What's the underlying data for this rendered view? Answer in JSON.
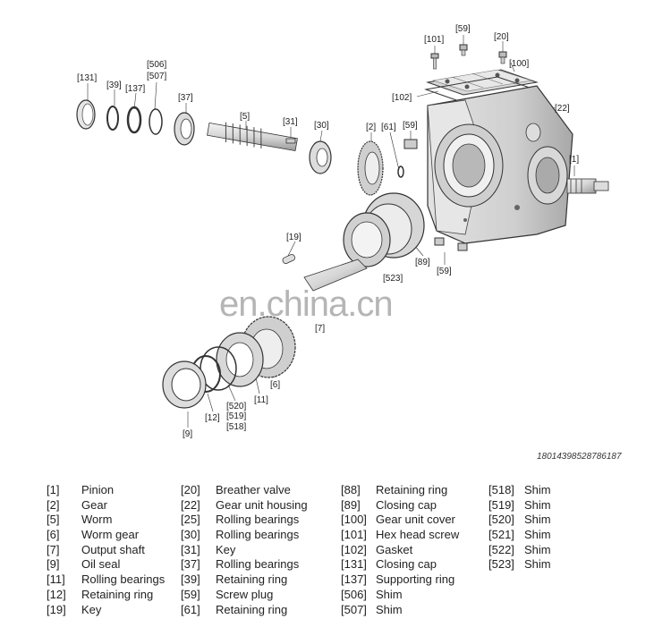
{
  "callouts": {
    "c101": "[101]",
    "c59a": "[59]",
    "c20": "[20]",
    "c100": "[100]",
    "c102": "[102]",
    "c22": "[22]",
    "c506": "[506]",
    "c507": "[507]",
    "c131": "[131]",
    "c39a": "[39]",
    "c137": "[137]",
    "c37": "[37]",
    "c5": "[5]",
    "c31": "[31]",
    "c30": "[30]",
    "c2": "[2]",
    "c61": "[61]",
    "c59b": "[59]",
    "c1": "[1]",
    "c19": "[19]",
    "c89": "[89]",
    "c59c": "[59]",
    "c523": "[523]",
    "c7": "[7]",
    "c6": "[6]",
    "c11": "[11]",
    "c520": "[520]",
    "c519": "[519]",
    "c518": "[518]",
    "c12": "[12]",
    "c9": "[9]"
  },
  "document_id": "18014398528786187",
  "watermark": "en.china.cn",
  "legend": {
    "col1": [
      {
        "code": "[1]",
        "name": "Pinion"
      },
      {
        "code": "[2]",
        "name": "Gear"
      },
      {
        "code": "[5]",
        "name": "Worm"
      },
      {
        "code": "[6]",
        "name": "Worm gear"
      },
      {
        "code": "[7]",
        "name": "Output shaft"
      },
      {
        "code": "[9]",
        "name": "Oil seal"
      },
      {
        "code": "[11]",
        "name": "Rolling bearings"
      },
      {
        "code": "[12]",
        "name": "Retaining ring"
      },
      {
        "code": "[19]",
        "name": "Key"
      }
    ],
    "col2": [
      {
        "code": "[20]",
        "name": "Breather valve"
      },
      {
        "code": "[22]",
        "name": "Gear unit housing"
      },
      {
        "code": "[25]",
        "name": "Rolling bearings"
      },
      {
        "code": "[30]",
        "name": "Rolling bearings"
      },
      {
        "code": "[31]",
        "name": "Key"
      },
      {
        "code": "[37]",
        "name": "Rolling bearings"
      },
      {
        "code": "[39]",
        "name": "Retaining ring"
      },
      {
        "code": "[59]",
        "name": "Screw plug"
      },
      {
        "code": "[61]",
        "name": "Retaining ring"
      }
    ],
    "col3": [
      {
        "code": "[88]",
        "name": "Retaining ring"
      },
      {
        "code": "[89]",
        "name": "Closing cap"
      },
      {
        "code": "[100]",
        "name": "Gear unit cover"
      },
      {
        "code": "[101]",
        "name": "Hex head screw"
      },
      {
        "code": "[102]",
        "name": "Gasket"
      },
      {
        "code": "[131]",
        "name": "Closing cap"
      },
      {
        "code": "[137]",
        "name": "Supporting ring"
      },
      {
        "code": "[506]",
        "name": "Shim"
      },
      {
        "code": "[507]",
        "name": "Shim"
      }
    ],
    "col4": [
      {
        "code": "[518]",
        "name": "Shim"
      },
      {
        "code": "[519]",
        "name": "Shim"
      },
      {
        "code": "[520]",
        "name": "Shim"
      },
      {
        "code": "[521]",
        "name": "Shim"
      },
      {
        "code": "[522]",
        "name": "Shim"
      },
      {
        "code": "[523]",
        "name": "Shim"
      }
    ]
  }
}
